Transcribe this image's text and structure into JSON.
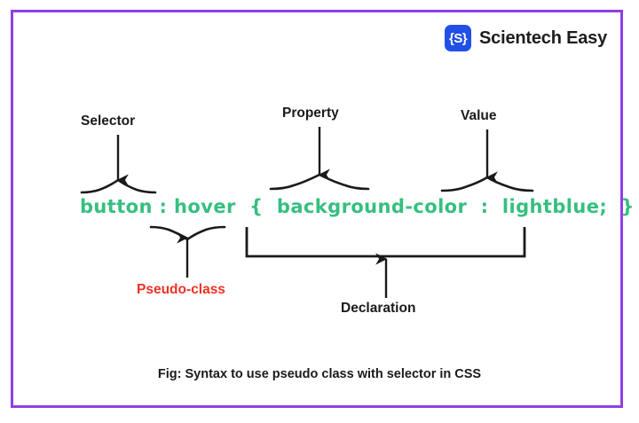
{
  "frame": {
    "border_color": "#8f3fe3",
    "background": "#ffffff"
  },
  "brand": {
    "mark_text": "{S}",
    "mark_color": "#2150e8",
    "name": "Scientech Easy"
  },
  "code": {
    "full_text": "button : hover  {  background-color  :  lightblue;  }",
    "color": "#36bf7f",
    "tokens": {
      "selector": "button",
      "colon": ":",
      "pseudo": "hover",
      "open_brace": "{",
      "property": "background-color",
      "separator": ":",
      "value": "lightblue;",
      "close_brace": "}"
    }
  },
  "annotations": {
    "selector_label": "Selector",
    "property_label": "Property",
    "value_label": "Value",
    "pseudo_class_label": "Pseudo-class",
    "pseudo_class_color": "#ee3124",
    "declaration_label": "Declaration",
    "arrow_color": "#1a1a1a"
  },
  "caption": {
    "text": "Fig: Syntax to use pseudo class with selector in CSS"
  }
}
